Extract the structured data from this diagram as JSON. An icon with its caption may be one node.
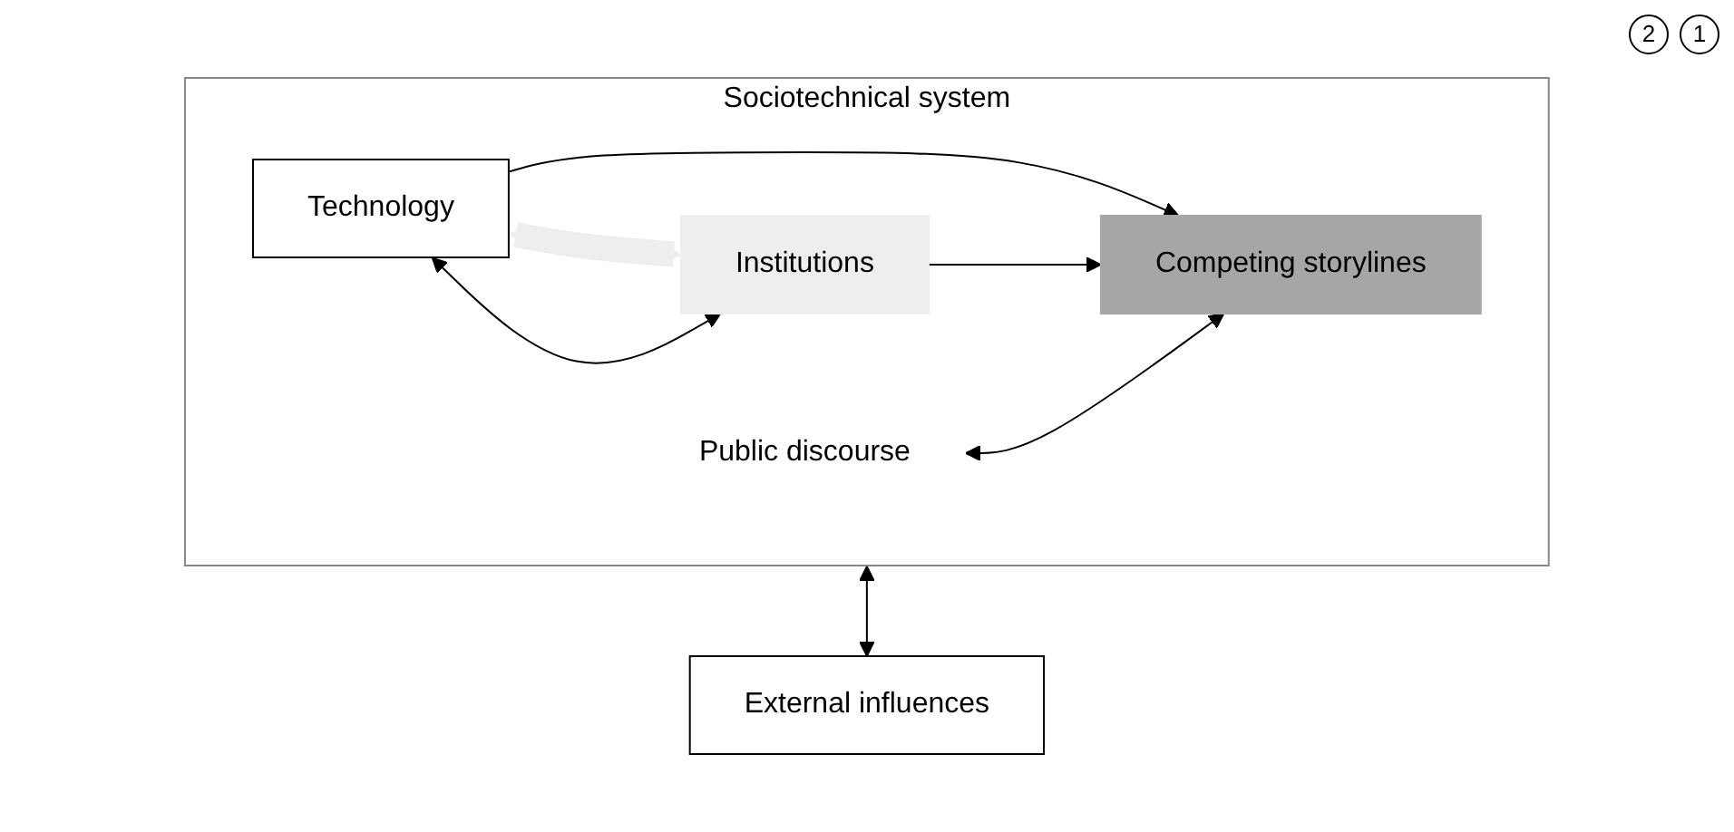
{
  "diagram": {
    "nodes": [
      {
        "text": [
          "Sociotechnical system"
        ]
      },
      {
        "text": [
          "Technology"
        ],
        "in": 0
      },
      {
        "text": [
          "Public discourse"
        ],
        "in": 0
      },
      {
        "text": [
          "Competing storylines"
        ],
        "in": 0
      },
      {
        "text": [
          "Institutions"
        ],
        "in": 0
      },
      {
        "text": [
          "External influences"
        ]
      }
    ],
    "edges": [
      {
        "from": 1,
        "to": 4,
        "arrow": "both",
        "style": "thick",
        "color": "#eeeeee"
      },
      {
        "from": 1,
        "to": 3,
        "arrow": "to"
      },
      {
        "from": 4,
        "to": 3,
        "arrow": "to"
      },
      {
        "from": 2,
        "to": 3,
        "arrow": "both"
      },
      {
        "from": 1,
        "to": 4,
        "arrow": "both"
      },
      {
        "from": 0,
        "to": 5,
        "arrow": "both"
      }
    ],
    "labels": [
      "2",
      "1"
    ]
  }
}
